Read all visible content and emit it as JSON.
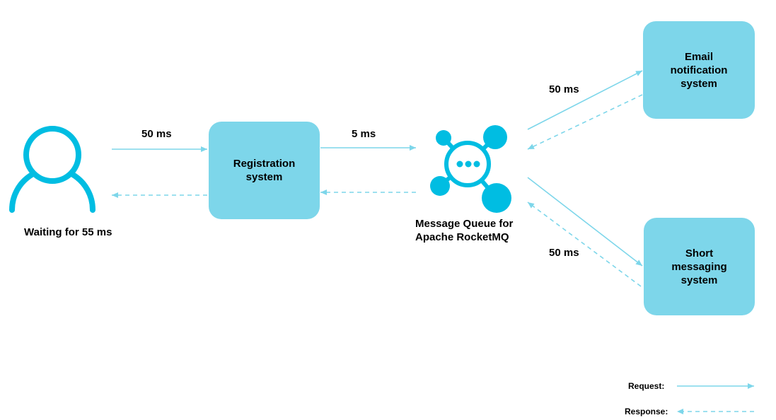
{
  "nodes": {
    "user_label": "Waiting for 55 ms",
    "registration": "Registration\nsystem",
    "mq_label": "Message Queue for\nApache RocketMQ",
    "email": "Email\nnotification\nsystem",
    "sms": "Short\nmessaging\nsystem"
  },
  "edges": {
    "user_to_registration": "50 ms",
    "registration_to_mq": "5 ms",
    "mq_to_email": "50 ms",
    "mq_to_sms": "50 ms"
  },
  "legend": {
    "request": "Request:",
    "response": "Response:"
  },
  "colors": {
    "box_fill": "#7dd6ea",
    "icon": "#00bde2",
    "arrow": "#7dd6ea"
  }
}
